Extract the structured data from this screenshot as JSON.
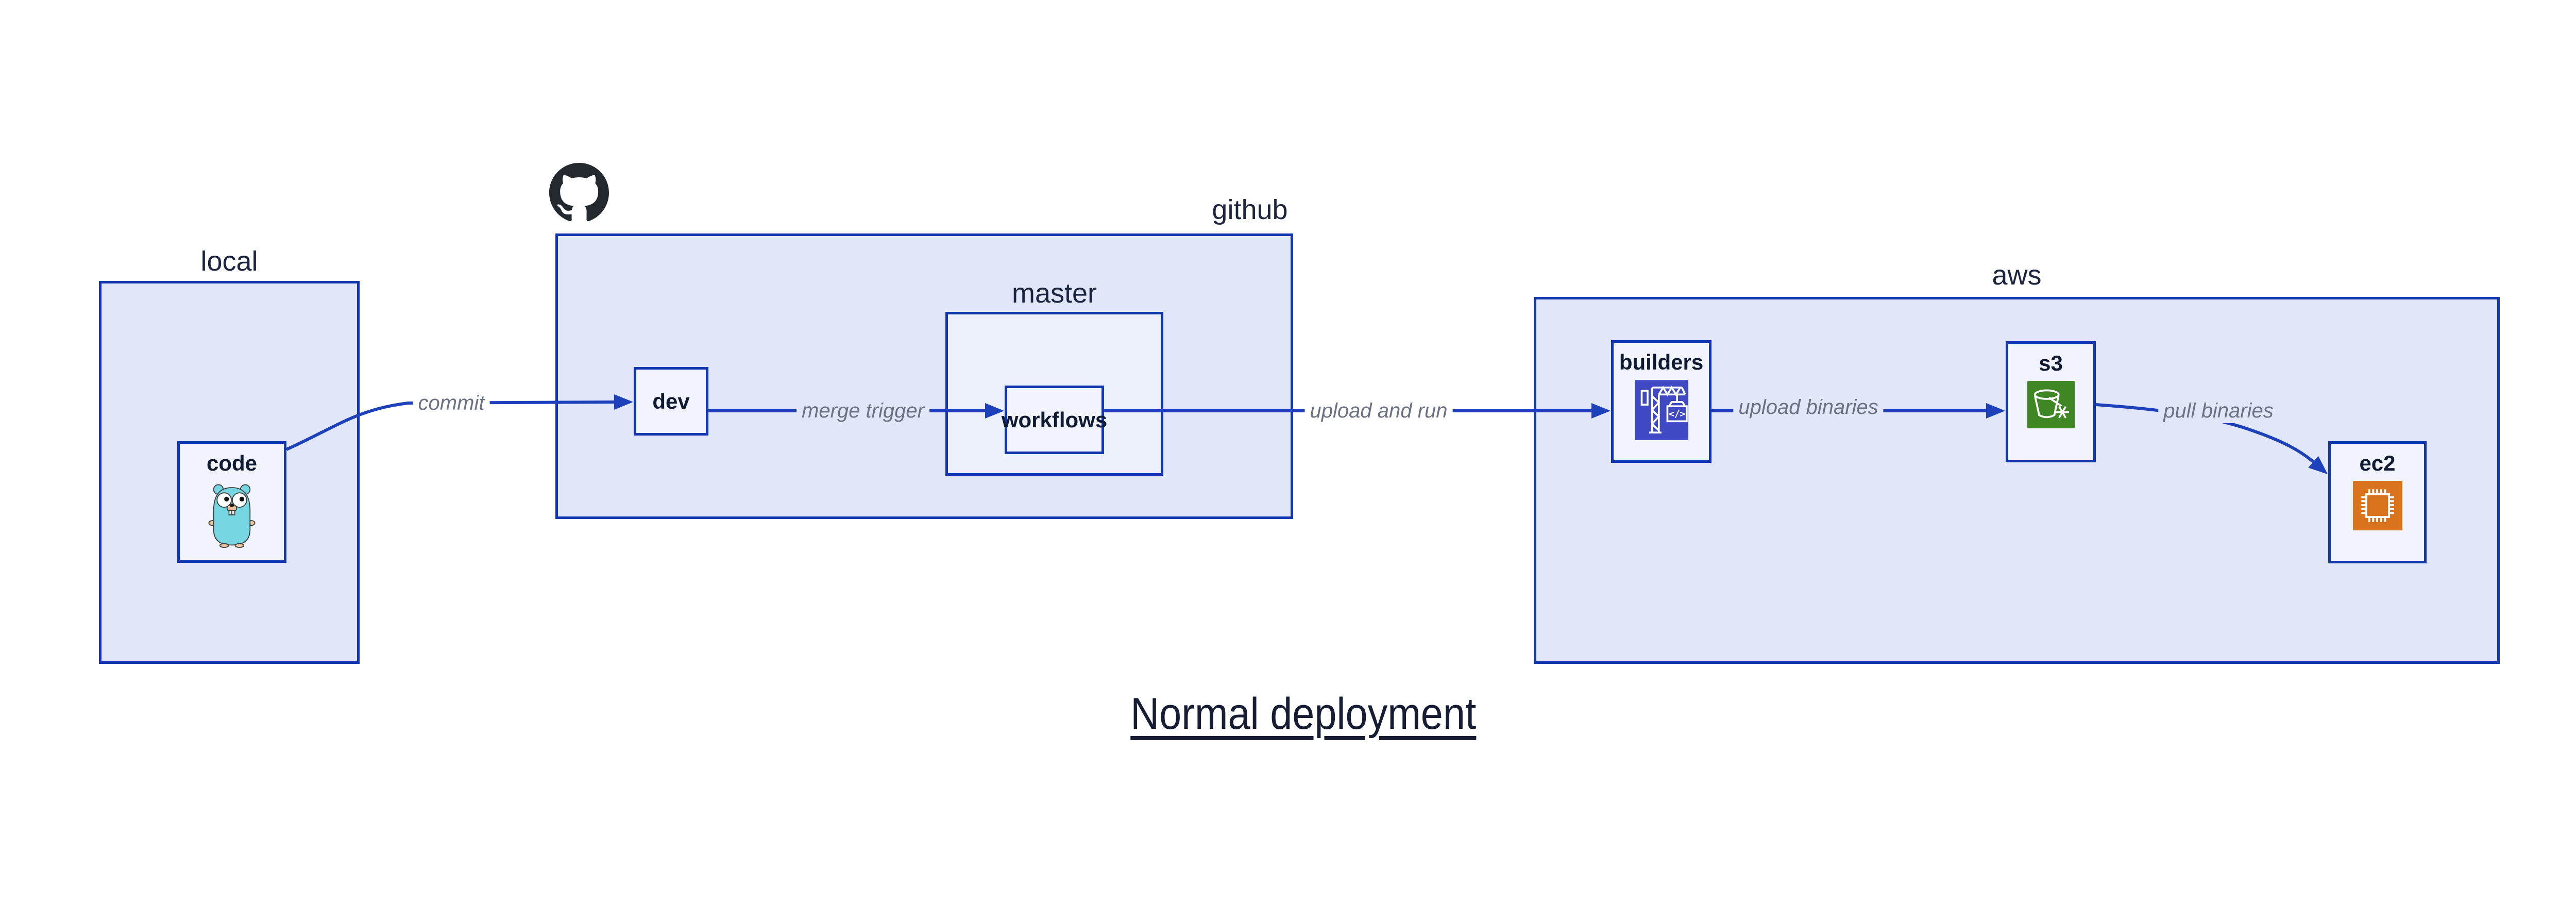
{
  "title": "Normal deployment",
  "groups": {
    "local": {
      "label": "local"
    },
    "github": {
      "label": "github"
    },
    "master": {
      "label": "master"
    },
    "aws": {
      "label": "aws"
    }
  },
  "nodes": {
    "code": {
      "label": "code",
      "icon": "go-gopher-icon"
    },
    "dev": {
      "label": "dev"
    },
    "workflows": {
      "label": "workflows"
    },
    "builders": {
      "label": "builders",
      "icon": "aws-codebuild-icon"
    },
    "s3": {
      "label": "s3",
      "icon": "aws-s3-glacier-icon"
    },
    "ec2": {
      "label": "ec2",
      "icon": "aws-ec2-icon"
    }
  },
  "edges": [
    {
      "from": "code",
      "to": "dev",
      "label": "commit"
    },
    {
      "from": "dev",
      "to": "workflows",
      "label": "merge trigger"
    },
    {
      "from": "workflows",
      "to": "builders",
      "label": "upload and run"
    },
    {
      "from": "builders",
      "to": "s3",
      "label": "upload binaries"
    },
    {
      "from": "s3",
      "to": "ec2",
      "label": "pull binaries"
    }
  ],
  "colors": {
    "group_fill": "#e1e7f9",
    "subgroup_fill": "#ecf0fb",
    "node_fill": "#f1f4fd",
    "box_border": "#1236b0",
    "edge_line": "#1c41bb",
    "edge_label_text": "#6a7183",
    "diagram_text": "#1b2440",
    "node_label_text": "#0f1a33",
    "title_text": "#161d35",
    "github_logo": "#24292f",
    "gopher_body": "#76d7e3",
    "gopher_skin": "#e8c49c",
    "codebuild_bg": "#3f49c4",
    "s3_glacier_bg": "#3f8624",
    "ec2_bg": "#d9731b"
  }
}
